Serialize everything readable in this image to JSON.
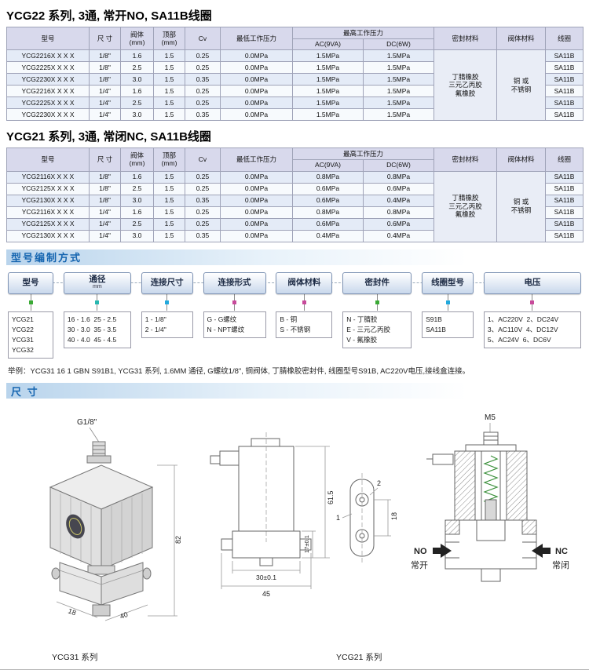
{
  "titles": {
    "t1": "YCG22 系列, 3通, 常开NO, SA11B线圈",
    "t2": "YCG21 系列, 3通, 常闭NC, SA11B线圈",
    "numbering": "型号编制方式",
    "dimensions": "尺 寸"
  },
  "table_headers": {
    "model": "型号",
    "size": "尺 寸",
    "body": "阀体\n(mm)",
    "top": "顶部\n(mm)",
    "cv": "Cv",
    "min_pressure": "最低工作压力",
    "max_pressure": "最高工作压力",
    "ac": "AC(9VA)",
    "dc": "DC(6W)",
    "seal": "密封材料",
    "body_material": "阀体材料",
    "coil": "线圈"
  },
  "table1": {
    "seal": "丁腈橡胶\n三元乙丙胶\n氟橡胶",
    "body_material": "铜 或\n不锈钢",
    "rows": [
      {
        "model": "YCG2216X X X X",
        "size": "1/8\"",
        "body": "1.6",
        "top": "1.5",
        "cv": "0.25",
        "min": "0.0MPa",
        "ac": "1.5MPa",
        "dc": "1.5MPa",
        "coil": "SA11B"
      },
      {
        "model": "YCG2225X X X X",
        "size": "1/8\"",
        "body": "2.5",
        "top": "1.5",
        "cv": "0.25",
        "min": "0.0MPa",
        "ac": "1.5MPa",
        "dc": "1.5MPa",
        "coil": "SA11B"
      },
      {
        "model": "YCG2230X X X X",
        "size": "1/8\"",
        "body": "3.0",
        "top": "1.5",
        "cv": "0.35",
        "min": "0.0MPa",
        "ac": "1.5MPa",
        "dc": "1.5MPa",
        "coil": "SA11B"
      },
      {
        "model": "YCG2216X X X X",
        "size": "1/4\"",
        "body": "1.6",
        "top": "1.5",
        "cv": "0.25",
        "min": "0.0MPa",
        "ac": "1.5MPa",
        "dc": "1.5MPa",
        "coil": "SA11B"
      },
      {
        "model": "YCG2225X X X X",
        "size": "1/4\"",
        "body": "2.5",
        "top": "1.5",
        "cv": "0.25",
        "min": "0.0MPa",
        "ac": "1.5MPa",
        "dc": "1.5MPa",
        "coil": "SA11B"
      },
      {
        "model": "YCG2230X X X X",
        "size": "1/4\"",
        "body": "3.0",
        "top": "1.5",
        "cv": "0.35",
        "min": "0.0MPa",
        "ac": "1.5MPa",
        "dc": "1.5MPa",
        "coil": "SA11B"
      }
    ]
  },
  "table2": {
    "seal": "丁腈橡胶\n三元乙丙胶\n氟橡胶",
    "body_material": "铜 或\n不锈钢",
    "rows": [
      {
        "model": "YCG2116X X X X",
        "size": "1/8\"",
        "body": "1.6",
        "top": "1.5",
        "cv": "0.25",
        "min": "0.0MPa",
        "ac": "0.8MPa",
        "dc": "0.8MPa",
        "coil": "SA11B"
      },
      {
        "model": "YCG2125X X X X",
        "size": "1/8\"",
        "body": "2.5",
        "top": "1.5",
        "cv": "0.25",
        "min": "0.0MPa",
        "ac": "0.6MPa",
        "dc": "0.6MPa",
        "coil": "SA11B"
      },
      {
        "model": "YCG2130X X X X",
        "size": "1/8\"",
        "body": "3.0",
        "top": "1.5",
        "cv": "0.35",
        "min": "0.0MPa",
        "ac": "0.6MPa",
        "dc": "0.4MPa",
        "coil": "SA11B"
      },
      {
        "model": "YCG2116X X X X",
        "size": "1/4\"",
        "body": "1.6",
        "top": "1.5",
        "cv": "0.25",
        "min": "0.0MPa",
        "ac": "0.8MPa",
        "dc": "0.8MPa",
        "coil": "SA11B"
      },
      {
        "model": "YCG2125X X X X",
        "size": "1/4\"",
        "body": "2.5",
        "top": "1.5",
        "cv": "0.25",
        "min": "0.0MPa",
        "ac": "0.6MPa",
        "dc": "0.6MPa",
        "coil": "SA11B"
      },
      {
        "model": "YCG2130X X X X",
        "size": "1/4\"",
        "body": "3.0",
        "top": "1.5",
        "cv": "0.35",
        "min": "0.0MPa",
        "ac": "0.4MPa",
        "dc": "0.4MPa",
        "coil": "SA11B"
      }
    ]
  },
  "numbering": {
    "items": [
      {
        "label": "型号",
        "sub": "",
        "options": "YCG21\nYCG22\nYCG31\nYCG32",
        "color": "#3aaa35"
      },
      {
        "label": "通径",
        "sub": "mm",
        "options": "16 - 1.6  25 - 2.5\n30 - 3.0  35 - 3.5\n40 - 4.0  45 - 4.5",
        "color": "#27b7b0"
      },
      {
        "label": "连接尺寸",
        "sub": "",
        "options": "1 - 1/8\"\n2 - 1/4\"",
        "color": "#22a9dd"
      },
      {
        "label": "连接形式",
        "sub": "",
        "options": "G - G螺纹\nN - NPT螺纹",
        "color": "#c84a9b"
      },
      {
        "label": "阀体材料",
        "sub": "",
        "options": "B - 铜\nS - 不锈钢",
        "color": "#c84a9b"
      },
      {
        "label": "密封件",
        "sub": "",
        "options": "N - 丁腈胶\nE - 三元乙丙胶\nV - 氟橡胶",
        "color": "#3aaa35"
      },
      {
        "label": "线圈型号",
        "sub": "",
        "options": "S91B\nSA11B",
        "color": "#22a9dd"
      },
      {
        "label": "电压",
        "sub": "",
        "options": "1、AC220V  2、DC24V\n3、AC110V  4、DC12V\n5、AC24V  6、DC6V",
        "color": "#c84a9b"
      }
    ],
    "example": "举例：YCG31 16 1 GBN S91B1, YCG31 系列, 1.6MM 通径, G螺纹1/8\", 铜阀体, 丁腈橡胶密封件, 线圈型号S91B, AC220V电压,接线盒连接。"
  },
  "drawings": {
    "label_left": "YCG31 系列",
    "label_mid": "YCG21 系列",
    "dims": {
      "g18": "G1/8\"",
      "h82": "82",
      "d40": "40",
      "d18": "18",
      "h615": "61.5",
      "h17": "17±0.1",
      "w30": "30±0.1",
      "w45": "45",
      "n1": "1",
      "n2": "2",
      "n18": "18",
      "m5": "M5",
      "no": "NO",
      "no_cn": "常开",
      "nc": "NC",
      "nc_cn": "常闭"
    }
  }
}
